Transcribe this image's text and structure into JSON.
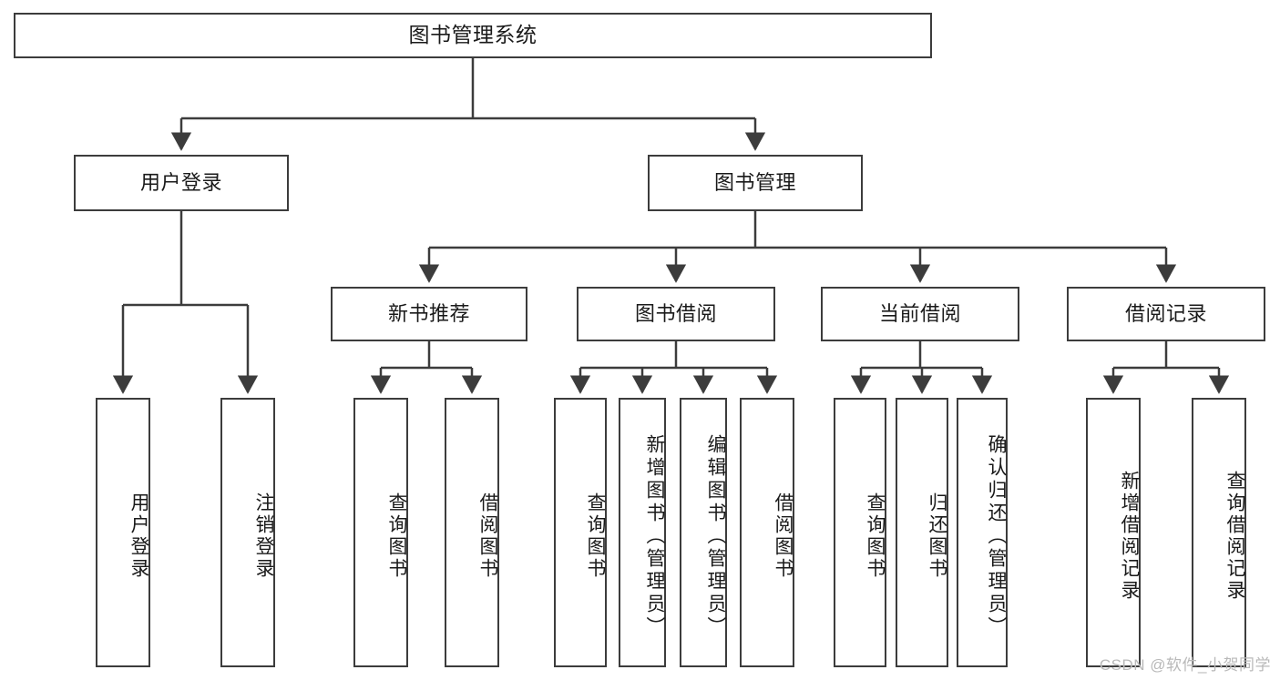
{
  "diagram": {
    "title": "图书管理系统",
    "type": "tree",
    "orientation": "top-down",
    "colors": {
      "box_border": "#3c3c3c",
      "box_fill": "#ffffff",
      "edge": "#3c3c3c",
      "text": "#1a1a1a",
      "watermark": "#b9b9b9",
      "background": "#ffffff"
    },
    "nodes": {
      "root": {
        "label": "图书管理系统"
      },
      "level2": [
        {
          "id": "user-login",
          "label": "用户登录"
        },
        {
          "id": "book-manage",
          "label": "图书管理"
        }
      ],
      "level3": [
        {
          "id": "new-book-rec",
          "label": "新书推荐"
        },
        {
          "id": "book-borrow",
          "label": "图书借阅"
        },
        {
          "id": "current-borrow",
          "label": "当前借阅"
        },
        {
          "id": "borrow-record",
          "label": "借阅记录"
        }
      ],
      "leaves": {
        "user-login": [
          {
            "id": "leaf-user-login",
            "label": "用户登录"
          },
          {
            "id": "leaf-logout",
            "label": "注销登录"
          }
        ],
        "new-book-rec": [
          {
            "id": "leaf-query-book-1",
            "label": "查询图书"
          },
          {
            "id": "leaf-borrow-book-1",
            "label": "借阅图书"
          }
        ],
        "book-borrow": [
          {
            "id": "leaf-query-book-2",
            "label": "查询图书"
          },
          {
            "id": "leaf-add-book",
            "label": "新增图书（管理员）"
          },
          {
            "id": "leaf-edit-book",
            "label": "编辑图书（管理员）"
          },
          {
            "id": "leaf-borrow-book-2",
            "label": "借阅图书"
          }
        ],
        "current-borrow": [
          {
            "id": "leaf-query-book-3",
            "label": "查询图书"
          },
          {
            "id": "leaf-return-book",
            "label": "归还图书"
          },
          {
            "id": "leaf-confirm-return",
            "label": "确认归还（管理员）"
          }
        ],
        "borrow-record": [
          {
            "id": "leaf-add-record",
            "label": "新增借阅记录"
          },
          {
            "id": "leaf-query-record",
            "label": "查询借阅记录"
          }
        ]
      }
    },
    "watermark": "CSDN @软件_小贺同学"
  }
}
